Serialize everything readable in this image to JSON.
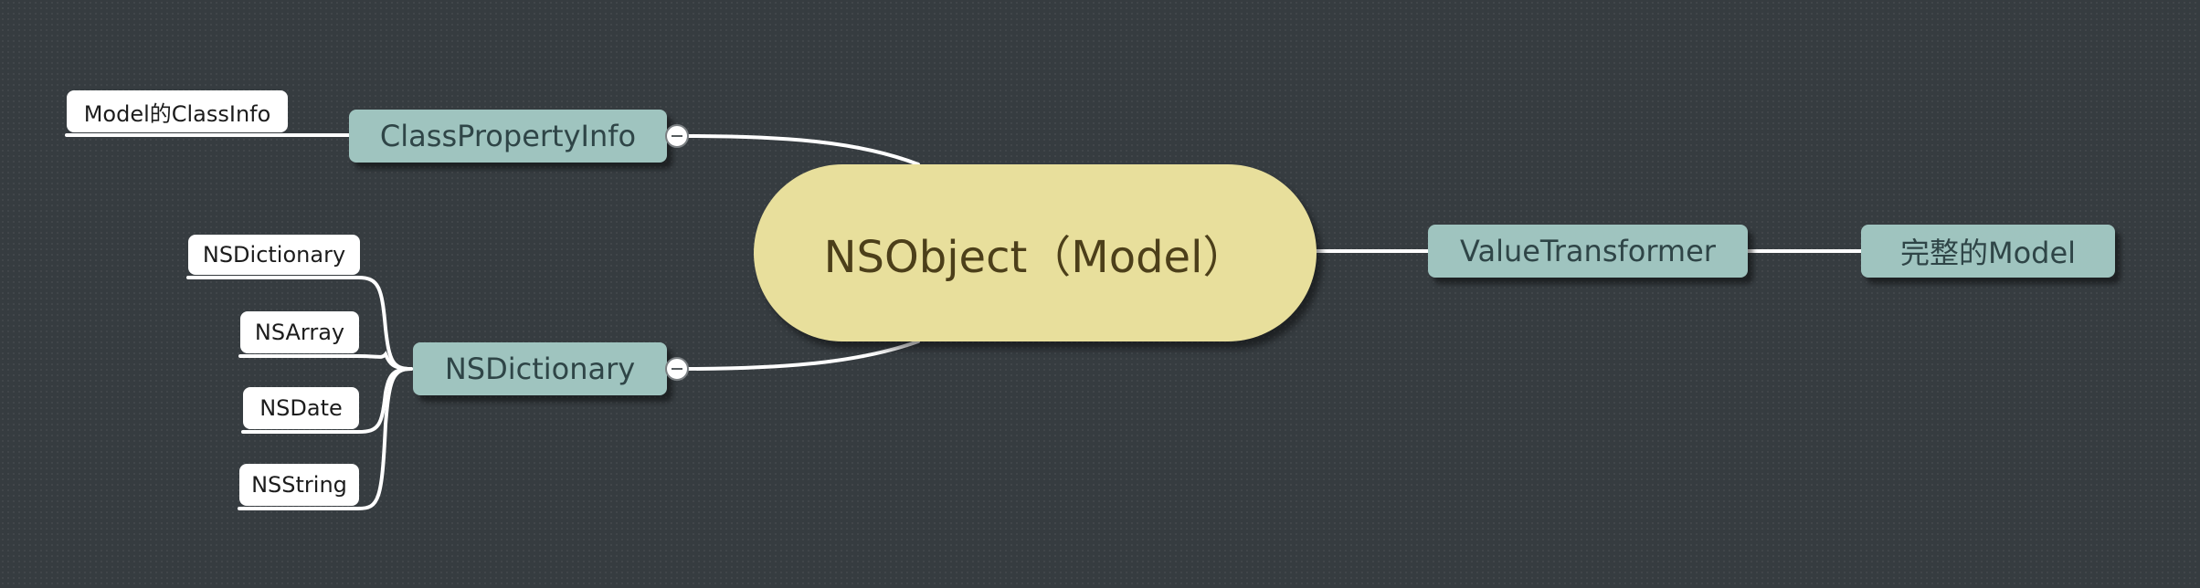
{
  "central": {
    "label": "NSObject（Model）"
  },
  "left_topics": [
    {
      "label": "ClassPropertyInfo",
      "children": [
        "Model的ClassInfo"
      ]
    },
    {
      "label": "NSDictionary",
      "children": [
        "NSDictionary",
        "NSArray",
        "NSDate",
        "NSString"
      ]
    }
  ],
  "right_topics": [
    {
      "label": "ValueTransformer",
      "children": [
        "完整的Model"
      ]
    }
  ],
  "colors": {
    "background": "#363c40",
    "central": "#e8df9c",
    "topic": "#9fc4bf",
    "subtopic": "#ffffff",
    "connector": "#ffffff"
  }
}
